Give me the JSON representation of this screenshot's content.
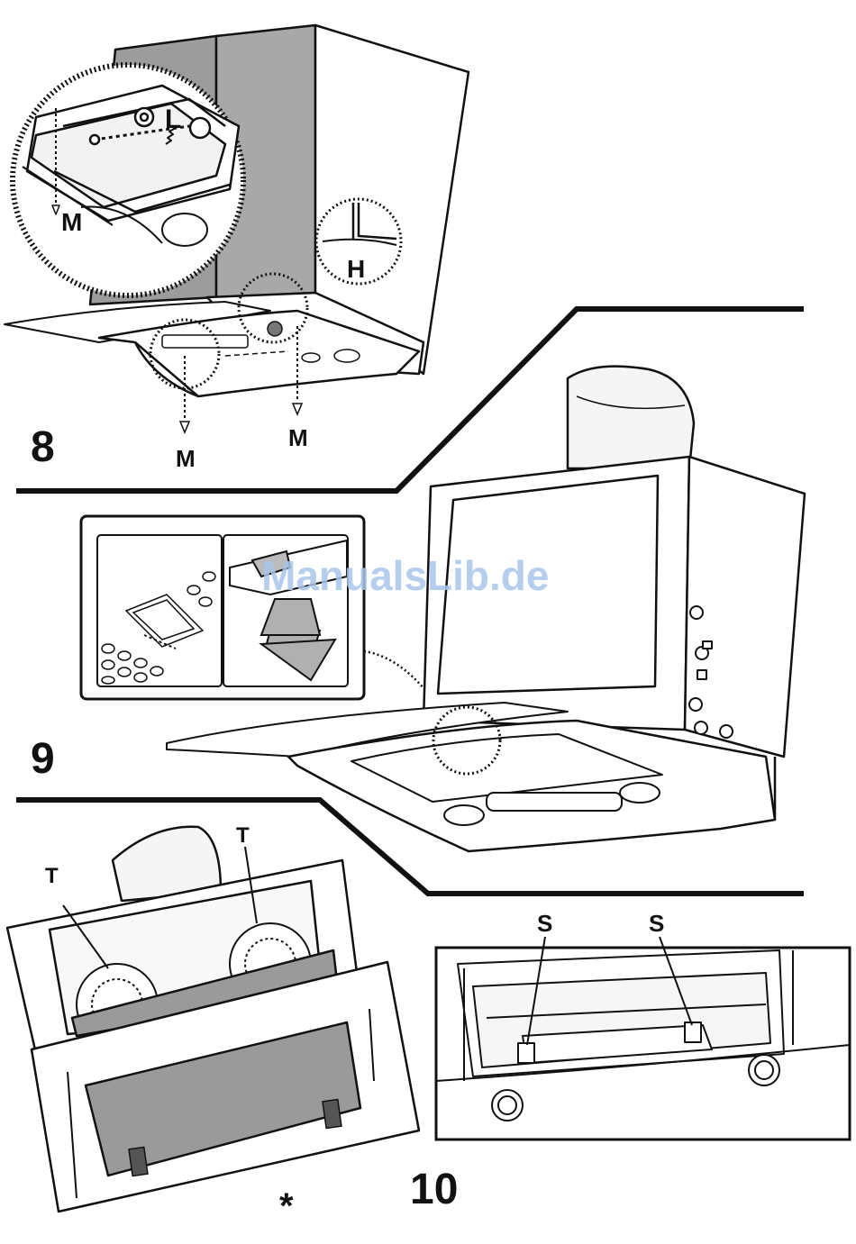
{
  "steps": {
    "step8": {
      "number": "8",
      "labels": {
        "L": "L",
        "H": "H",
        "M1": "M",
        "M2": "M",
        "M3": "M"
      }
    },
    "step9": {
      "number": "9"
    },
    "step10": {
      "number": "10",
      "labels": {
        "T1": "T",
        "T2": "T",
        "S1": "S",
        "S2": "S",
        "asterisk": "*"
      }
    }
  },
  "watermark": "ManualsLib.de",
  "colors": {
    "line": "#111111",
    "panel_gray": "#9a9a9a",
    "wall_gray": "#a8a8a8",
    "arrow_gray": "#b0b0b0",
    "watermark": "#a9c6ea"
  }
}
